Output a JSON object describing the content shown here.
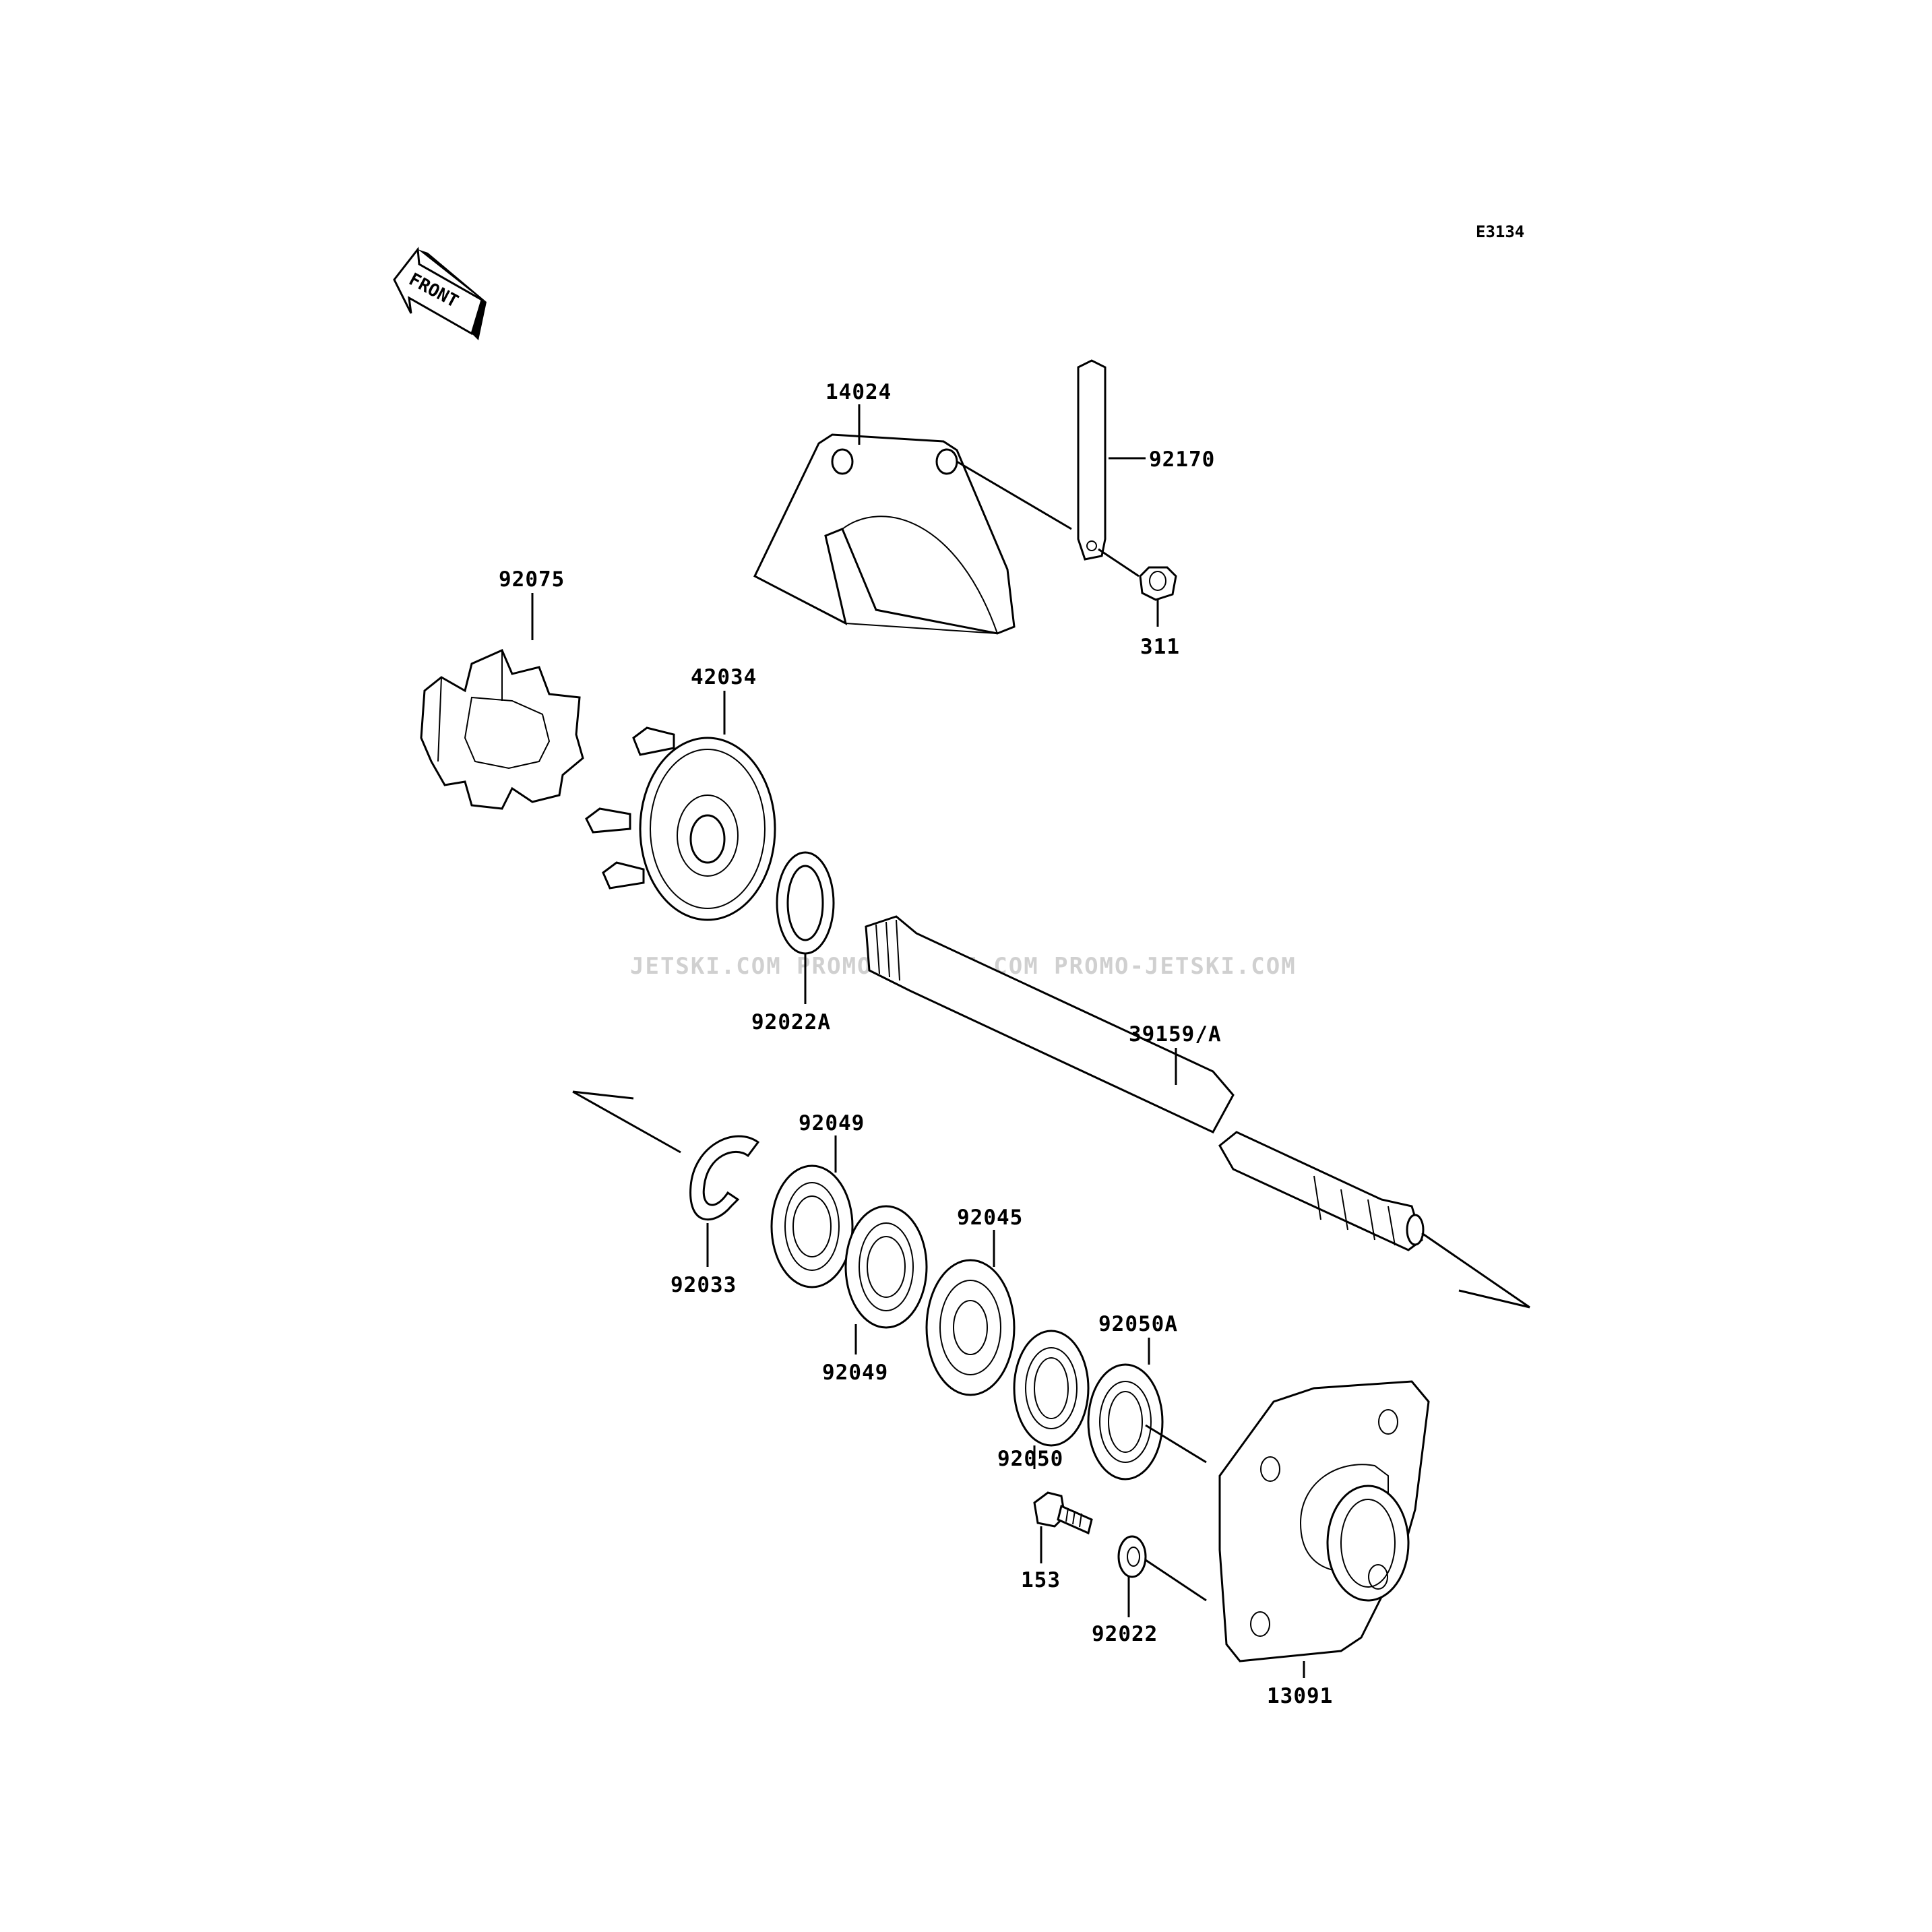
{
  "diagram": {
    "code": "E3134",
    "front_label": "FRONT",
    "watermark": "JETSKI.COM  PROMO-JETSKI.COM  PROMO-JETSKI.COM",
    "parts": {
      "p14024": "14024",
      "p92170": "92170",
      "p311": "311",
      "p92075": "92075",
      "p42034": "42034",
      "p92022A": "92022A",
      "p39159A": "39159/A",
      "p92049a": "92049",
      "p92049b": "92049",
      "p92033": "92033",
      "p92045": "92045",
      "p92050A": "92050A",
      "p92050": "92050",
      "p153": "153",
      "p92022": "92022",
      "p13091": "13091"
    }
  }
}
